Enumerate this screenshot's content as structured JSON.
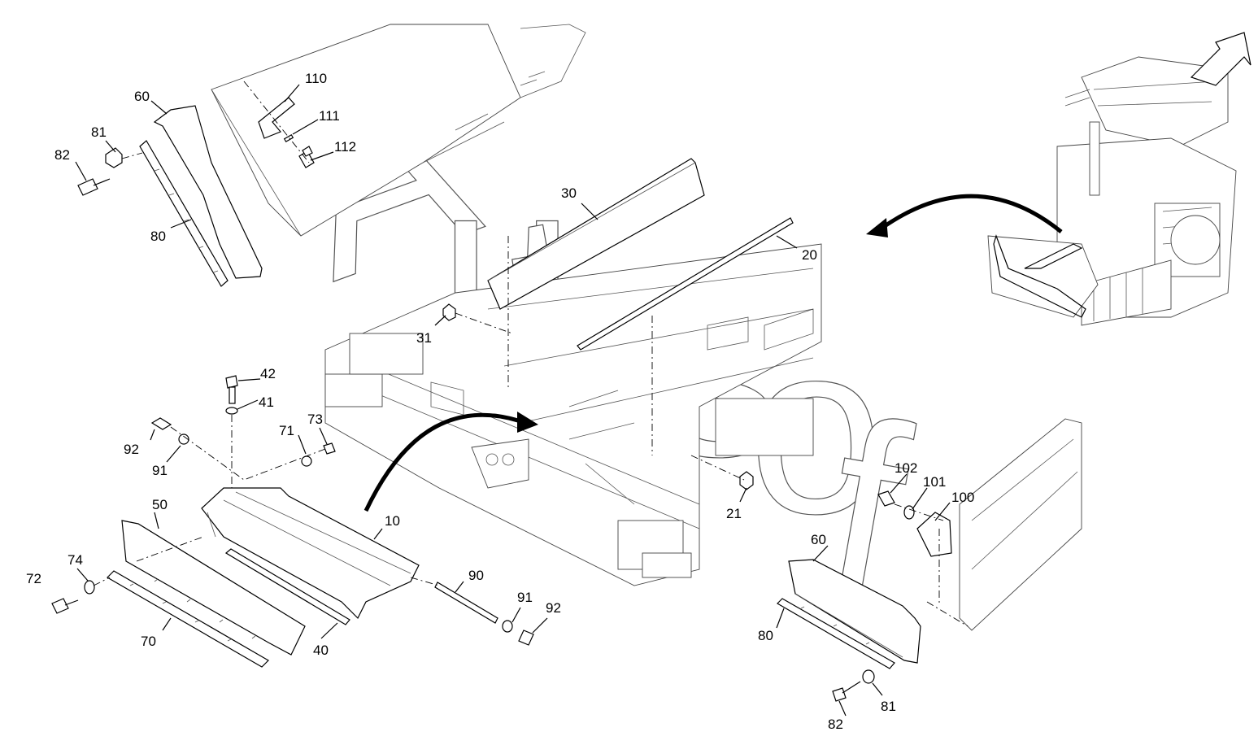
{
  "watermark": "Autosoft",
  "part_labels": [
    {
      "id": "label-10",
      "text": "10"
    },
    {
      "id": "label-20",
      "text": "20"
    },
    {
      "id": "label-21",
      "text": "21"
    },
    {
      "id": "label-30",
      "text": "30"
    },
    {
      "id": "label-31",
      "text": "31"
    },
    {
      "id": "label-40",
      "text": "40"
    },
    {
      "id": "label-41",
      "text": "41"
    },
    {
      "id": "label-42",
      "text": "42"
    },
    {
      "id": "label-50",
      "text": "50"
    },
    {
      "id": "label-60-top",
      "text": "60"
    },
    {
      "id": "label-60-right",
      "text": "60"
    },
    {
      "id": "label-70",
      "text": "70"
    },
    {
      "id": "label-71",
      "text": "71"
    },
    {
      "id": "label-72",
      "text": "72"
    },
    {
      "id": "label-73",
      "text": "73"
    },
    {
      "id": "label-74",
      "text": "74"
    },
    {
      "id": "label-80-top",
      "text": "80"
    },
    {
      "id": "label-80-right",
      "text": "80"
    },
    {
      "id": "label-81-top",
      "text": "81"
    },
    {
      "id": "label-81-right",
      "text": "81"
    },
    {
      "id": "label-82-top",
      "text": "82"
    },
    {
      "id": "label-82-right",
      "text": "82"
    },
    {
      "id": "label-90",
      "text": "90"
    },
    {
      "id": "label-91-left",
      "text": "91"
    },
    {
      "id": "label-91-right",
      "text": "91"
    },
    {
      "id": "label-92-left",
      "text": "92"
    },
    {
      "id": "label-92-right",
      "text": "92"
    },
    {
      "id": "label-100",
      "text": "100"
    },
    {
      "id": "label-101",
      "text": "101"
    },
    {
      "id": "label-102",
      "text": "102"
    },
    {
      "id": "label-110",
      "text": "110"
    },
    {
      "id": "label-111",
      "text": "111"
    },
    {
      "id": "label-112",
      "text": "112"
    }
  ]
}
